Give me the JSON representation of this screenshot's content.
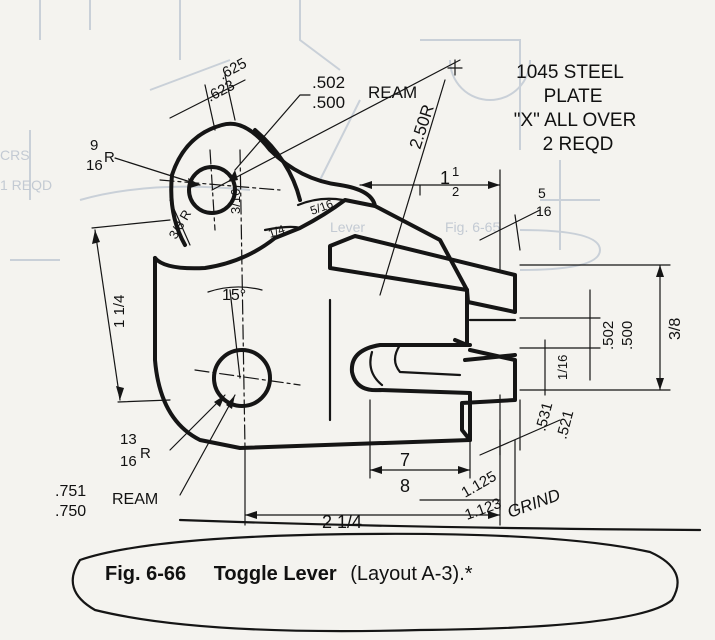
{
  "caption": {
    "figure_number": "Fig. 6-66",
    "title": "Toggle Lever",
    "suffix": "(Layout A-3).*"
  },
  "note": {
    "line1": "1045 STEEL",
    "line2": "PLATE",
    "line3": "\"X\" ALL OVER",
    "line4": "2 REQD"
  },
  "dims": {
    "top_625": ".625",
    "top_623": ".623",
    "ream_top_502": ".502",
    "ream_top_500": ".500",
    "ream_top_label": "REAM",
    "radius_9_num": "9",
    "radius_9_den": "16",
    "radius_9_unit": "R",
    "radius_250": "2.50R",
    "three_sixteenths": "3/16",
    "radius_3_8": "3/8 R",
    "small_5_16": "5/16",
    "small_1_4": "1/4",
    "one_half_whole": "1",
    "one_half_num": "1",
    "one_half_den": "2",
    "five_sixteenths_num": "5",
    "five_sixteenths_den": "16",
    "left_height": "1 1/4",
    "angle_15": "15°",
    "right_502": ".502",
    "right_500": ".500",
    "right_3_8": "3/8",
    "right_1_16": "1/16",
    "right_531": ".531",
    "right_521": ".521",
    "seven_num": "7",
    "seven_den": "8",
    "dim_1125": "1.125",
    "dim_1123": "1.123",
    "grind": "GRIND",
    "radius_13_num": "13",
    "radius_13_den": "16",
    "radius_13_unit": "R",
    "ream_bottom_751": ".751",
    "ream_bottom_750": ".750",
    "ream_bottom_label": "REAM",
    "bottom_width": "2 1/4"
  },
  "ghost": {
    "text1": "CRS",
    "text2": "1 REQD",
    "text3": "Fig. 6-65",
    "text4": "Lever"
  }
}
